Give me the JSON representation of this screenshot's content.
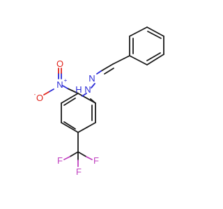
{
  "molecule": {
    "atoms": {
      "n_hydrazone": "N",
      "nh_n": "N",
      "nh_h": "H",
      "nitro_n": "N",
      "nitro_n_charge": "+",
      "nitro_o_double": "O",
      "nitro_o_single": "O",
      "nitro_o_charge": "-",
      "f1": "F",
      "f2": "F",
      "f3": "F"
    },
    "colors": {
      "carbon": "#1a1a1a",
      "nitrogen": "#2b2bd6",
      "oxygen": "#e0241c",
      "fluorine": "#c040c0"
    }
  }
}
